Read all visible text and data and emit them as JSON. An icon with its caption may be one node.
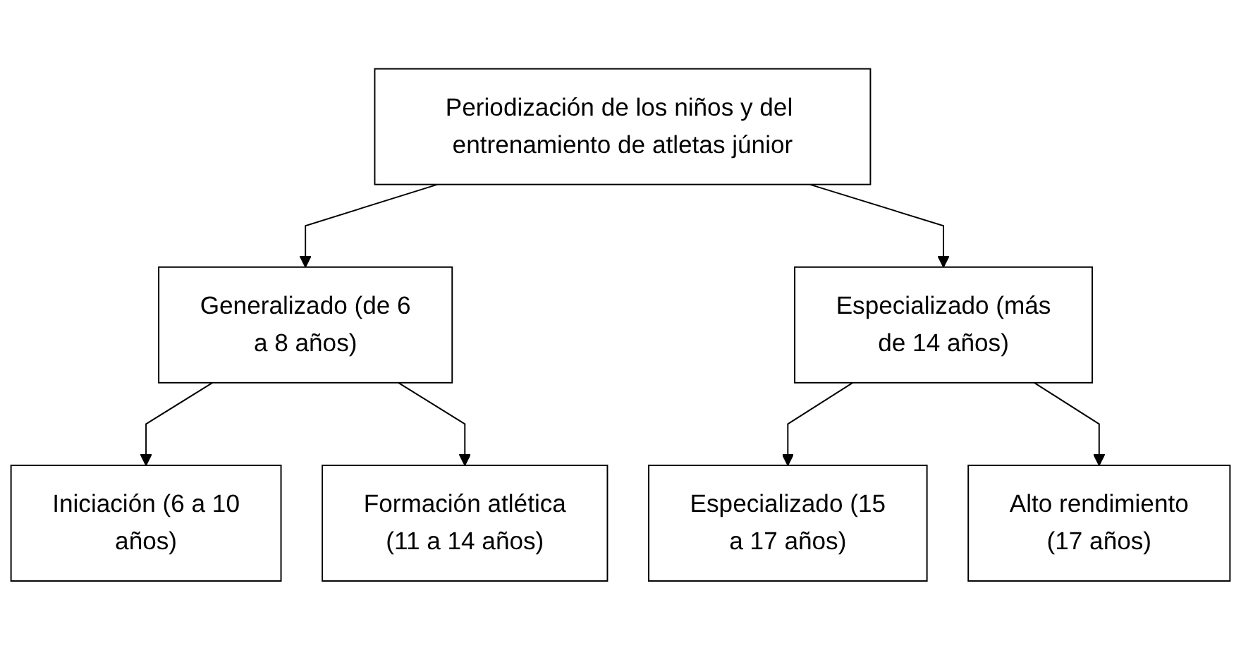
{
  "diagram": {
    "nodes": [
      {
        "text": [
          "Periodización de los niños y del entrenamiento de atletas júnior"
        ]
      },
      {
        "text": [
          "Generalizado (de 6 a 8 años)"
        ]
      },
      {
        "text": [
          "Especializado (más de 14 años)"
        ]
      },
      {
        "text": [
          "Iniciación (6 a 10 años)"
        ]
      },
      {
        "text": [
          "Formación atlética (11 a 14 años)"
        ]
      },
      {
        "text": [
          "Especializado (15 a 17 años)"
        ]
      },
      {
        "text": [
          "Alto rendimiento (17 años)"
        ]
      }
    ],
    "edges": [
      {
        "from": 0,
        "to": 1,
        "arrow": "to"
      },
      {
        "from": 0,
        "to": 2,
        "arrow": "to"
      },
      {
        "from": 1,
        "to": 3,
        "arrow": "to"
      },
      {
        "from": 1,
        "to": 4,
        "arrow": "to"
      },
      {
        "from": 2,
        "to": 5,
        "arrow": "to"
      },
      {
        "from": 2,
        "to": 6,
        "arrow": "to"
      }
    ]
  }
}
